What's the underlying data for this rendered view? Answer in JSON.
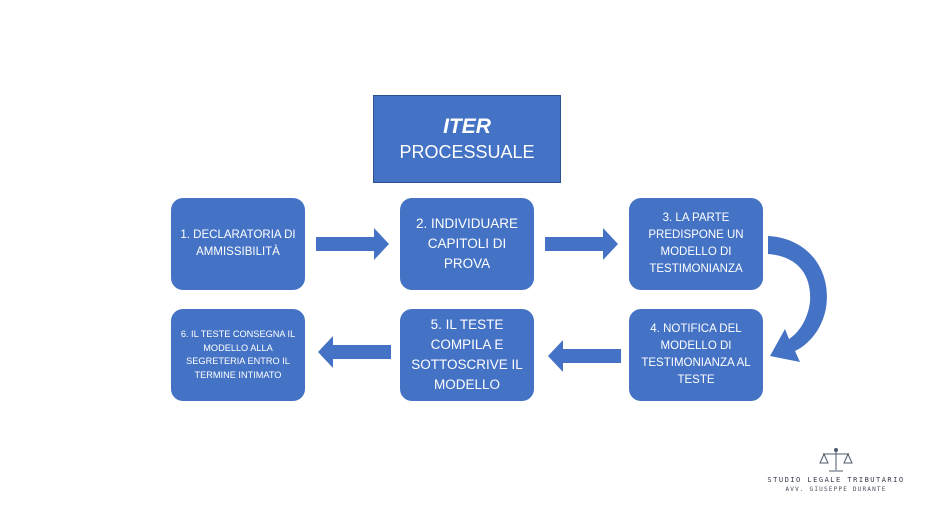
{
  "title": {
    "line1": "ITER",
    "line2": "PROCESSUALE"
  },
  "steps": [
    {
      "label": "1. DECLARATORIA DI AMMISSIBILITÀ"
    },
    {
      "label": "2. INDIVIDUARE CAPITOLI DI PROVA"
    },
    {
      "label": "3. LA PARTE PREDISPONE UN MODELLO DI TESTIMONIANZA"
    },
    {
      "label": "4. NOTIFICA DEL MODELLO DI TESTIMONIANZA AL TESTE"
    },
    {
      "label": "5. IL TESTE COMPILA E SOTTOSCRIVE IL MODELLO"
    },
    {
      "label": "6. IL TESTE CONSEGNA IL MODELLO ALLA SEGRETERIA ENTRO IL TERMINE INTIMATO"
    }
  ],
  "logo": {
    "line1": "STUDIO LEGALE TRIBUTARIO",
    "line2": "AVV. GIUSEPPE DURANTE"
  },
  "colors": {
    "box_fill": "#4472c4",
    "arrow_fill": "#4472c4",
    "text": "#ffffff"
  }
}
